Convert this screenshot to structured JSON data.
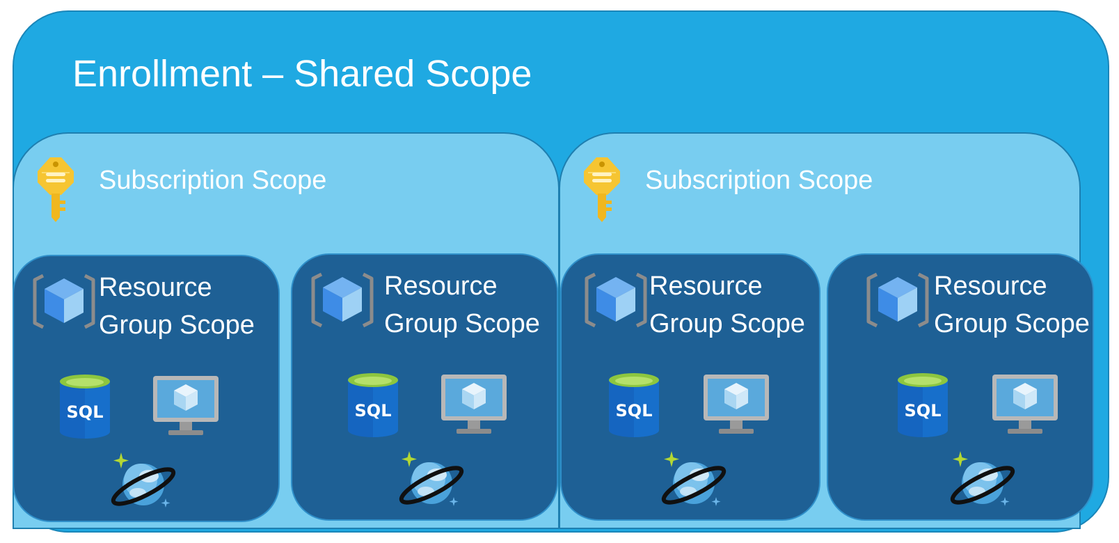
{
  "enrollment": {
    "title": "Enrollment – Shared Scope"
  },
  "subscriptions": [
    {
      "title": "Subscription Scope",
      "icon": "key-icon"
    },
    {
      "title": "Subscription Scope",
      "icon": "key-icon"
    }
  ],
  "resource_groups": [
    {
      "title_line1": "Resource",
      "title_line2": "Group Scope",
      "sql_label": "SQL"
    },
    {
      "title_line1": "Resource",
      "title_line2": "Group Scope",
      "sql_label": "SQL"
    },
    {
      "title_line1": "Resource",
      "title_line2": "Group Scope",
      "sql_label": "SQL"
    },
    {
      "title_line1": "Resource",
      "title_line2": "Group Scope",
      "sql_label": "SQL"
    }
  ],
  "icons": [
    "resource-group-icon",
    "sql-database-icon",
    "virtual-machine-icon",
    "cosmos-db-icon"
  ],
  "colors": {
    "enrollment": "#1fa9e2",
    "subscription": "#78cdf0",
    "resource_group": "#1e6095",
    "text": "#ffffff"
  }
}
